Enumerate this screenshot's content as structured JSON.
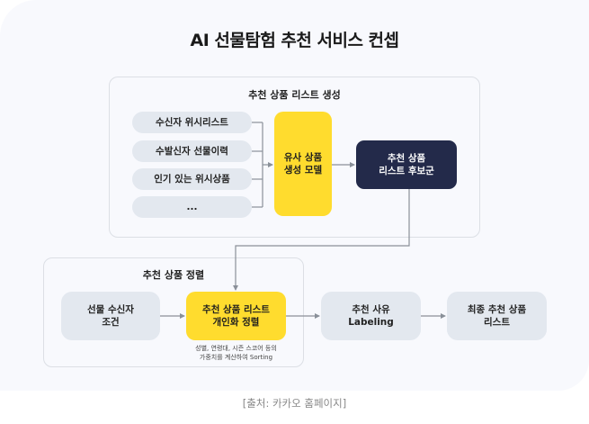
{
  "title": "AI 선물탐험 추천 서비스 컨셉",
  "groups": {
    "generation": {
      "title": "추천 상품 리스트 생성",
      "inputs": [
        "수신자 위시리스트",
        "수발신자 선물이력",
        "인기 있는 위시상품",
        "..."
      ],
      "model": "유사 상품\n생성 모델",
      "candidates": "추천 상품\n리스트 후보군"
    },
    "sorting": {
      "title": "추천 상품 정렬",
      "condition": "선물 수신자\n조건",
      "personalize": "추천 상품 리스트\n개인화 정렬",
      "note": "성별, 연령대, 시즌 스코어 등의\n가중치를 계산하여 Sorting"
    }
  },
  "labeling": "추천 사유\nLabeling",
  "final": "최종 추천 상품\n리스트",
  "source": "[출처: 카카오 홈페이지]",
  "colors": {
    "accent_yellow": "#ffdc2e",
    "navy": "#232a4a",
    "gray_box": "#e3e8ef",
    "connector": "#8a9099",
    "background": "#f8f9fd"
  }
}
